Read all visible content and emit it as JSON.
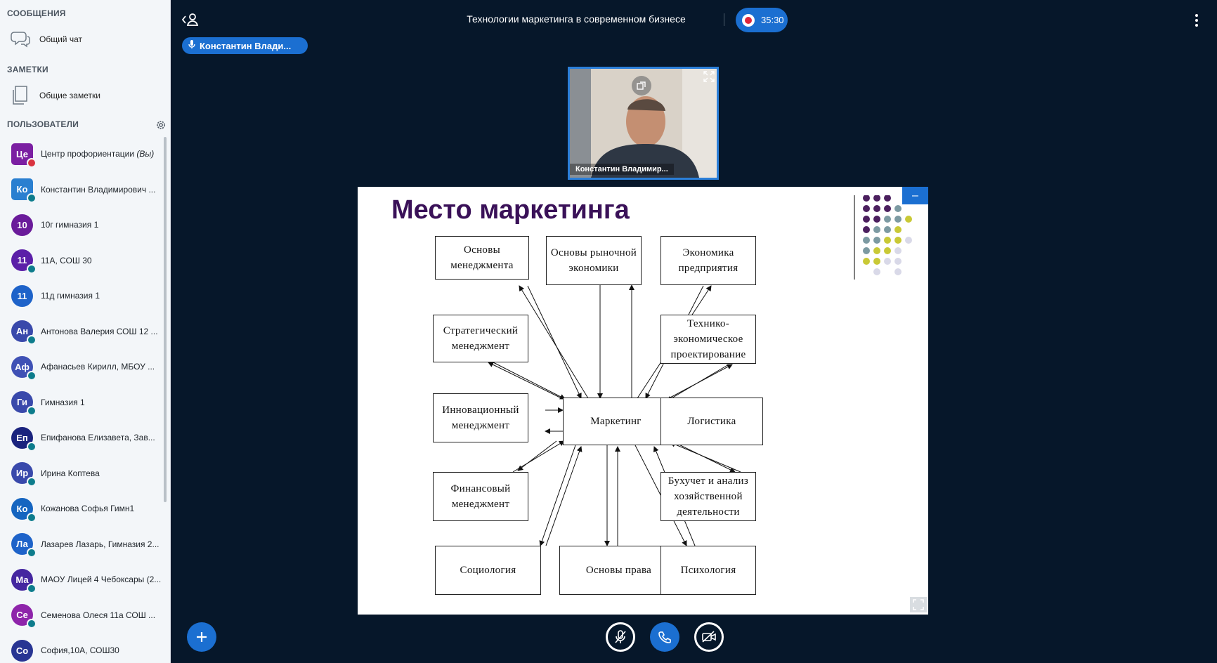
{
  "sidebar": {
    "messages_title": "СООБЩЕНИЯ",
    "public_chat": "Общий чат",
    "notes_title": "ЗАМЕТКИ",
    "shared_notes": "Общие заметки",
    "users_title": "ПОЛЬЗОВАТЕЛИ",
    "users": [
      {
        "initials": "Це",
        "name": "Центр профориентации",
        "suffix": "(Вы)",
        "color": "#7b1fa2",
        "badge": "muted",
        "square": true
      },
      {
        "initials": "Ко",
        "name": "Константин Владимирович ...",
        "suffix": "",
        "color": "#2a7fd0",
        "badge": "mic",
        "square": true
      },
      {
        "initials": "10",
        "name": "10г гимназия 1",
        "suffix": "",
        "color": "#6a1b9a",
        "badge": "",
        "square": false
      },
      {
        "initials": "11",
        "name": "11А, СОШ 30",
        "suffix": "",
        "color": "#5b1fa8",
        "badge": "listen",
        "square": false
      },
      {
        "initials": "11",
        "name": "11д гимназия 1",
        "suffix": "",
        "color": "#1e63c9",
        "badge": "",
        "square": false
      },
      {
        "initials": "Ан",
        "name": "Антонова Валерия СОШ 12 ...",
        "suffix": "",
        "color": "#3949ab",
        "badge": "listen",
        "square": false
      },
      {
        "initials": "Аф",
        "name": "Афанасьев Кирилл, МБОУ ...",
        "suffix": "",
        "color": "#3f51b5",
        "badge": "listen",
        "square": false
      },
      {
        "initials": "Ги",
        "name": "Гимназия 1",
        "suffix": "",
        "color": "#3949ab",
        "badge": "listen",
        "square": false
      },
      {
        "initials": "Еп",
        "name": "Епифанова Елизавета, Зав...",
        "suffix": "",
        "color": "#1a237e",
        "badge": "listen",
        "square": false
      },
      {
        "initials": "Ир",
        "name": "Ирина Коптева",
        "suffix": "",
        "color": "#3949ab",
        "badge": "listen",
        "square": false
      },
      {
        "initials": "Ко",
        "name": "Кожанова Софья Гимн1",
        "suffix": "",
        "color": "#1565c0",
        "badge": "listen",
        "square": false
      },
      {
        "initials": "Ла",
        "name": "Лазарев Лазарь, Гимназия 2...",
        "suffix": "",
        "color": "#1e63c9",
        "badge": "listen",
        "square": false
      },
      {
        "initials": "Ма",
        "name": "МАОУ Лицей 4 Чебоксары (2...",
        "suffix": "",
        "color": "#4527a0",
        "badge": "listen",
        "square": false
      },
      {
        "initials": "Се",
        "name": "Семенова Олеся 11а СОШ ...",
        "suffix": "",
        "color": "#8e24aa",
        "badge": "listen",
        "square": false
      },
      {
        "initials": "Со",
        "name": "София,10А, СОШ30",
        "suffix": "",
        "color": "#283593",
        "badge": "",
        "square": false
      }
    ]
  },
  "header": {
    "title": "Технологии маркетинга в современном бизнесе",
    "recording_time": "35:30",
    "talker": "Константин Влади..."
  },
  "webcam": {
    "name": "Константин Владимир..."
  },
  "slide": {
    "title": "Место маркетинга",
    "center": "Маркетинг",
    "boxes": {
      "top_left": "Основы\nменеджмента",
      "top_mid": "Основы рыночной\nэкономики",
      "top_right": "Экономика\nпредприятия",
      "l2": "Стратегический\nменеджмент",
      "r2": "Технико-\nэкономическое\nпроектирование",
      "l3": "Инновационный\nменеджмент",
      "r3": "Логистика",
      "l4": "Финансовый\nменеджмент",
      "r4": "Бухучет и анализ\nхозяйственной\nдеятельности",
      "bot_left": "Социология",
      "bot_mid": "Основы права",
      "bot_right": "Психология"
    },
    "minimize_label": "–"
  },
  "colors": {
    "accent": "#1b6fd1",
    "background": "#06172a",
    "slide_title": "#3a1158"
  }
}
